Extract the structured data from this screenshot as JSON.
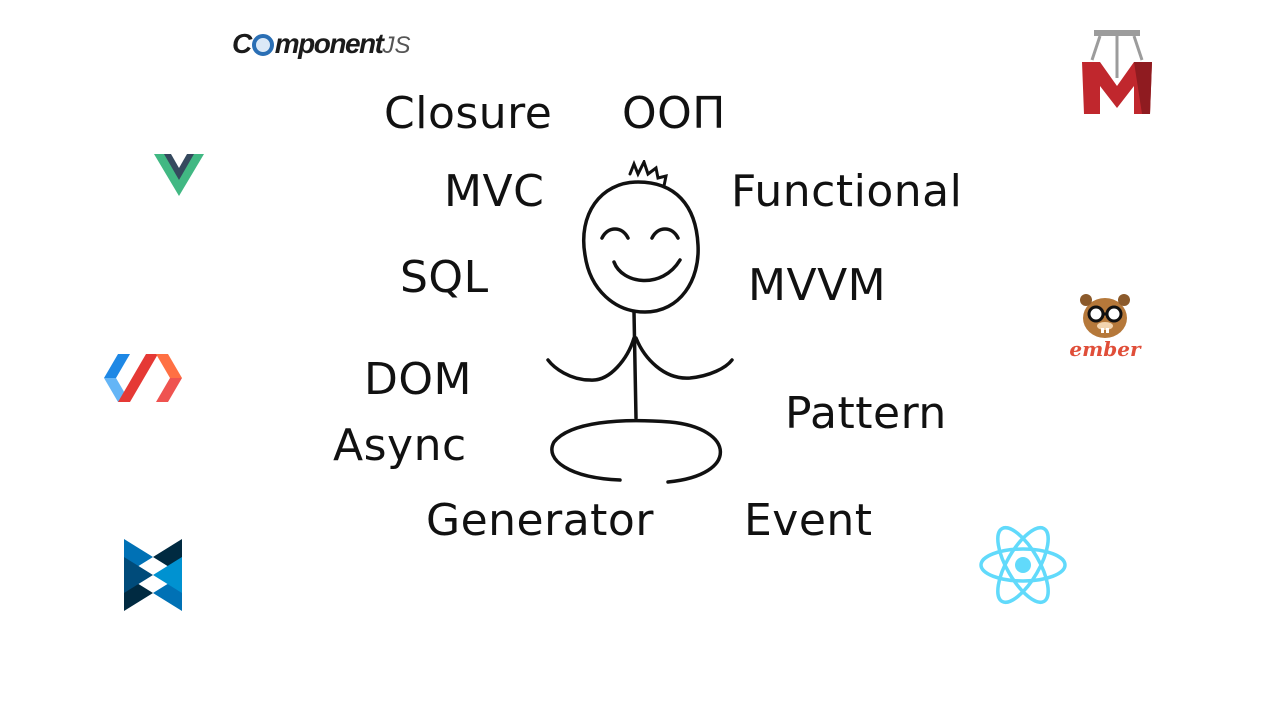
{
  "slide": {
    "terms": {
      "closure": "Closure",
      "oop": "ООП",
      "mvc": "MVC",
      "functional": "Functional",
      "sql": "SQL",
      "mvvm": "MVVM",
      "dom": "DOM",
      "pattern": "Pattern",
      "async": "Async",
      "generator": "Generator",
      "event": "Event"
    },
    "logos": {
      "componentjs": {
        "name": "Component",
        "suffix": "JS",
        "icon": "componentjs-logo"
      },
      "vue": {
        "icon": "vue-logo",
        "colors": [
          "#41b883",
          "#35495e"
        ]
      },
      "polymer": {
        "icon": "polymer-logo",
        "colors": [
          "#2196f3",
          "#e53935",
          "#ff7043"
        ]
      },
      "backbone": {
        "icon": "backbone-logo",
        "colors": [
          "#0071b5",
          "#002a41"
        ]
      },
      "marionette": {
        "icon": "marionette-logo",
        "colors": [
          "#c0272d",
          "#9c9c9c"
        ]
      },
      "ember": {
        "label": "ember",
        "icon": "ember-logo",
        "colors": [
          "#e04e39",
          "#8b5a2b"
        ]
      },
      "react": {
        "icon": "react-logo",
        "colors": [
          "#61dafb"
        ]
      }
    },
    "stickman": {
      "icon": "smiling-stick-figure-drawing"
    }
  }
}
